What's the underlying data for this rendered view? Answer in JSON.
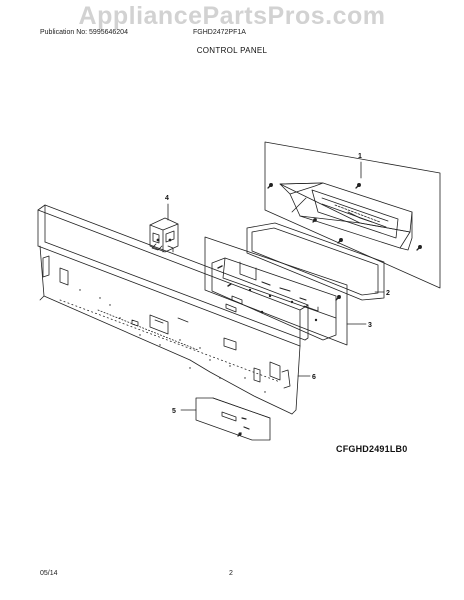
{
  "watermark": "AppliancePartsPros.com",
  "header": {
    "publication": "Publication No: 5995646204",
    "model": "FGHD2472PF1A"
  },
  "section_title": "CONTROL PANEL",
  "callouts": [
    "1",
    "2",
    "3",
    "4",
    "5",
    "6"
  ],
  "diagram_code": "CFGHD2491LB0",
  "footer": {
    "date": "05/14",
    "page": "2"
  },
  "colors": {
    "line": "#222222",
    "watermark": "#d2d2d2",
    "background": "#ffffff"
  }
}
